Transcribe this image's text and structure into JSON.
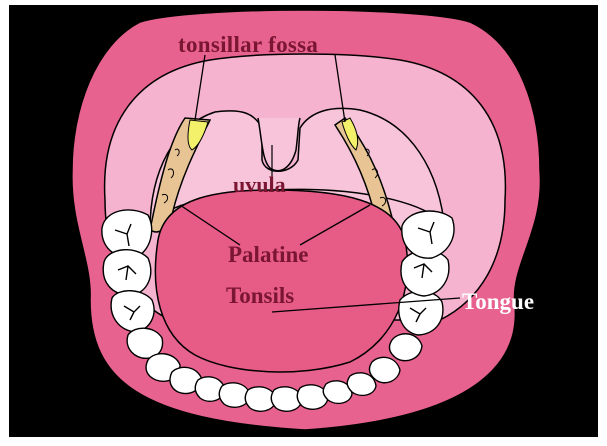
{
  "title": "tonsillar fossa",
  "labels": {
    "uvula": "uvula",
    "palatine": "Palatine",
    "tonsils": "Tonsils",
    "tongue": "Tongue"
  },
  "colors": {
    "background": "#000000",
    "lips": "#e8628f",
    "mouth_interior": "#f6b3cf",
    "soft_palate": "#f8c4d9",
    "tongue": "#e75b87",
    "teeth": "#ffffff",
    "tonsil": "#e8c495",
    "tonsil_highlight": "#f3f06a",
    "outline": "#000000",
    "label_dark": "#7a1532",
    "label_light": "#ffffff"
  }
}
